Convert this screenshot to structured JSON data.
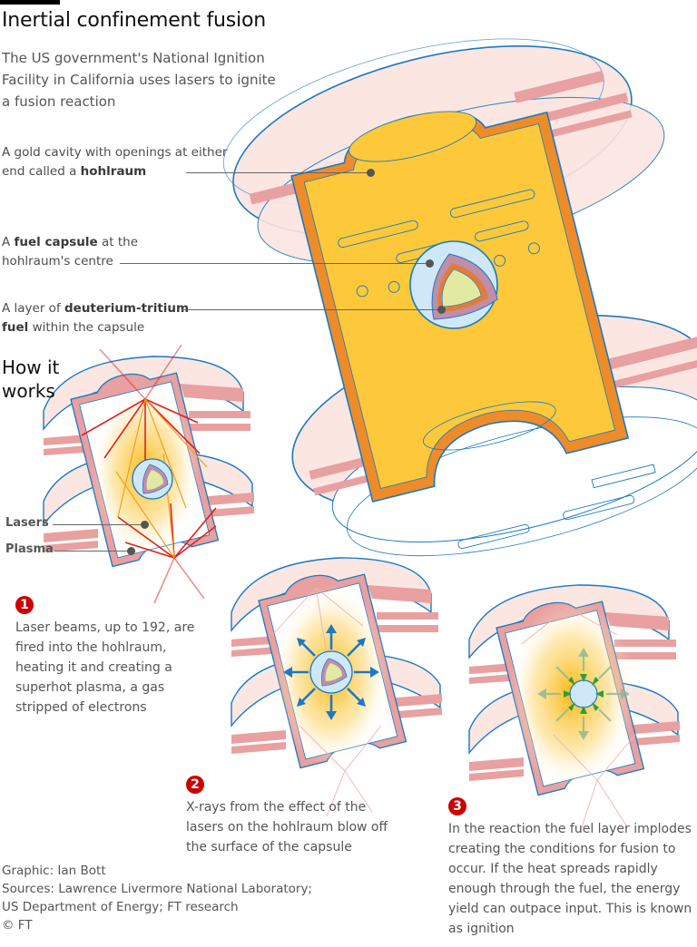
{
  "header": {
    "title": "Inertial confinement fusion",
    "subtitle": "The US government's National Ignition Facility in California uses lasers to ignite a fusion reaction"
  },
  "annotations": [
    {
      "pre": "A gold cavity with openings at either end called a ",
      "bold": "hohlraum",
      "post": ""
    },
    {
      "pre": "A ",
      "bold": "fuel capsule",
      "post": " at the hohlraum's centre"
    },
    {
      "pre": "A layer of ",
      "bold": "deuterium-tritium fuel",
      "post": " within the capsule"
    }
  ],
  "how_it_works": {
    "title": "How it works",
    "labels": {
      "lasers": "Lasers",
      "plasma": "Plasma"
    },
    "steps": [
      {
        "number": "1",
        "text": "Laser beams, up to 192, are fired into the hohlraum, heating it and creating a superhot plasma, a gas stripped of electrons"
      },
      {
        "number": "2",
        "text": "X-rays from the effect of the lasers on the hohlraum blow off the surface of the capsule"
      },
      {
        "number": "3",
        "text": "In the reaction the fuel layer implodes creating the conditions for fusion to occur. If the heat spreads rapidly enough through the fuel, the energy yield can outpace input. This is known as ignition"
      }
    ]
  },
  "credits": {
    "graphic": "Graphic: Ian Bott",
    "sources_line1": "Sources: Lawrence Livermore National Laboratory;",
    "sources_line2": "US Department of Energy; FT research",
    "copyright": "© FT"
  },
  "colors": {
    "gold": "#fdc93a",
    "gold_edge": "#ee8c2a",
    "outline_blue": "#1a7abf",
    "casing_pink": "#fbe6e2",
    "casing_rim": "#e8a0a0",
    "capsule_blue": "#cfe8f7",
    "fuel_green": "#e2e9a3",
    "laser_red": "#e0201e",
    "laser_orange": "#f0a020",
    "xray_blue": "#1e78c2",
    "implosion_green": "#2e9e3a",
    "badge_red": "#cc0000"
  }
}
